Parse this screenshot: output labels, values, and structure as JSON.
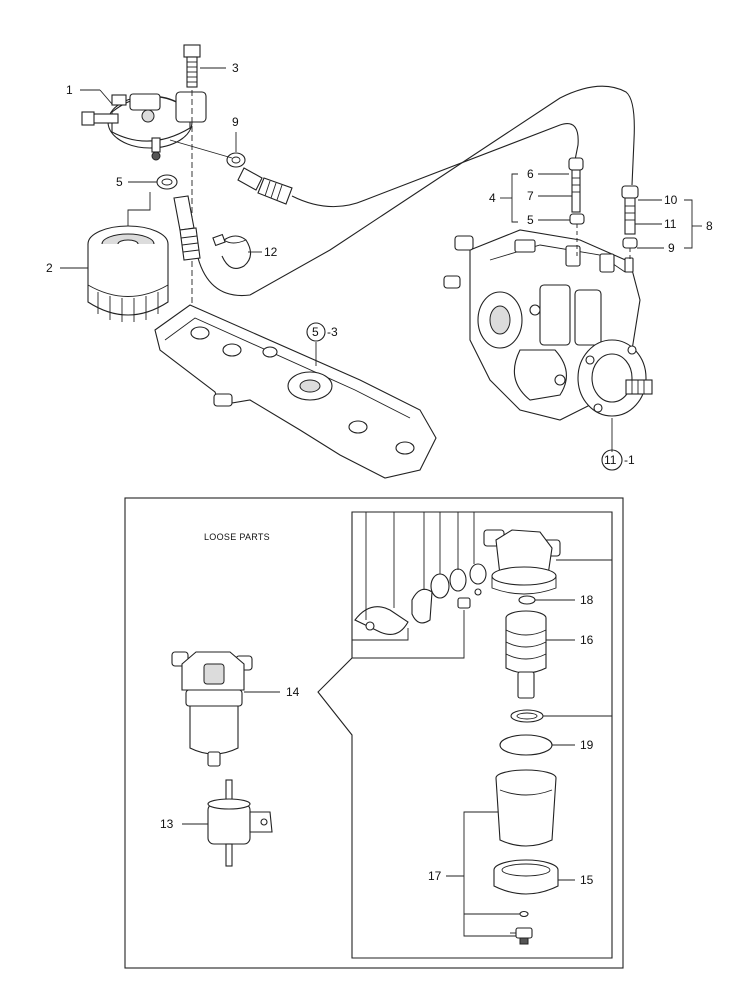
{
  "loose_parts_title": "LOOSE PARTS",
  "callouts": {
    "c1": "1",
    "c2": "2",
    "c3": "3",
    "c4": "4",
    "c5a": "5",
    "c5b": "5",
    "c6": "6",
    "c7": "7",
    "c8": "8",
    "c9a": "9",
    "c9b": "9",
    "c10": "10",
    "c11": "11",
    "c12": "12",
    "c13": "13",
    "c14": "14",
    "c15": "15",
    "c16": "16",
    "c17": "17",
    "c18": "18",
    "c19": "19",
    "ref_a_num": "5",
    "ref_a_suffix": "-3",
    "ref_b_num": "11",
    "ref_b_suffix": "-1"
  }
}
